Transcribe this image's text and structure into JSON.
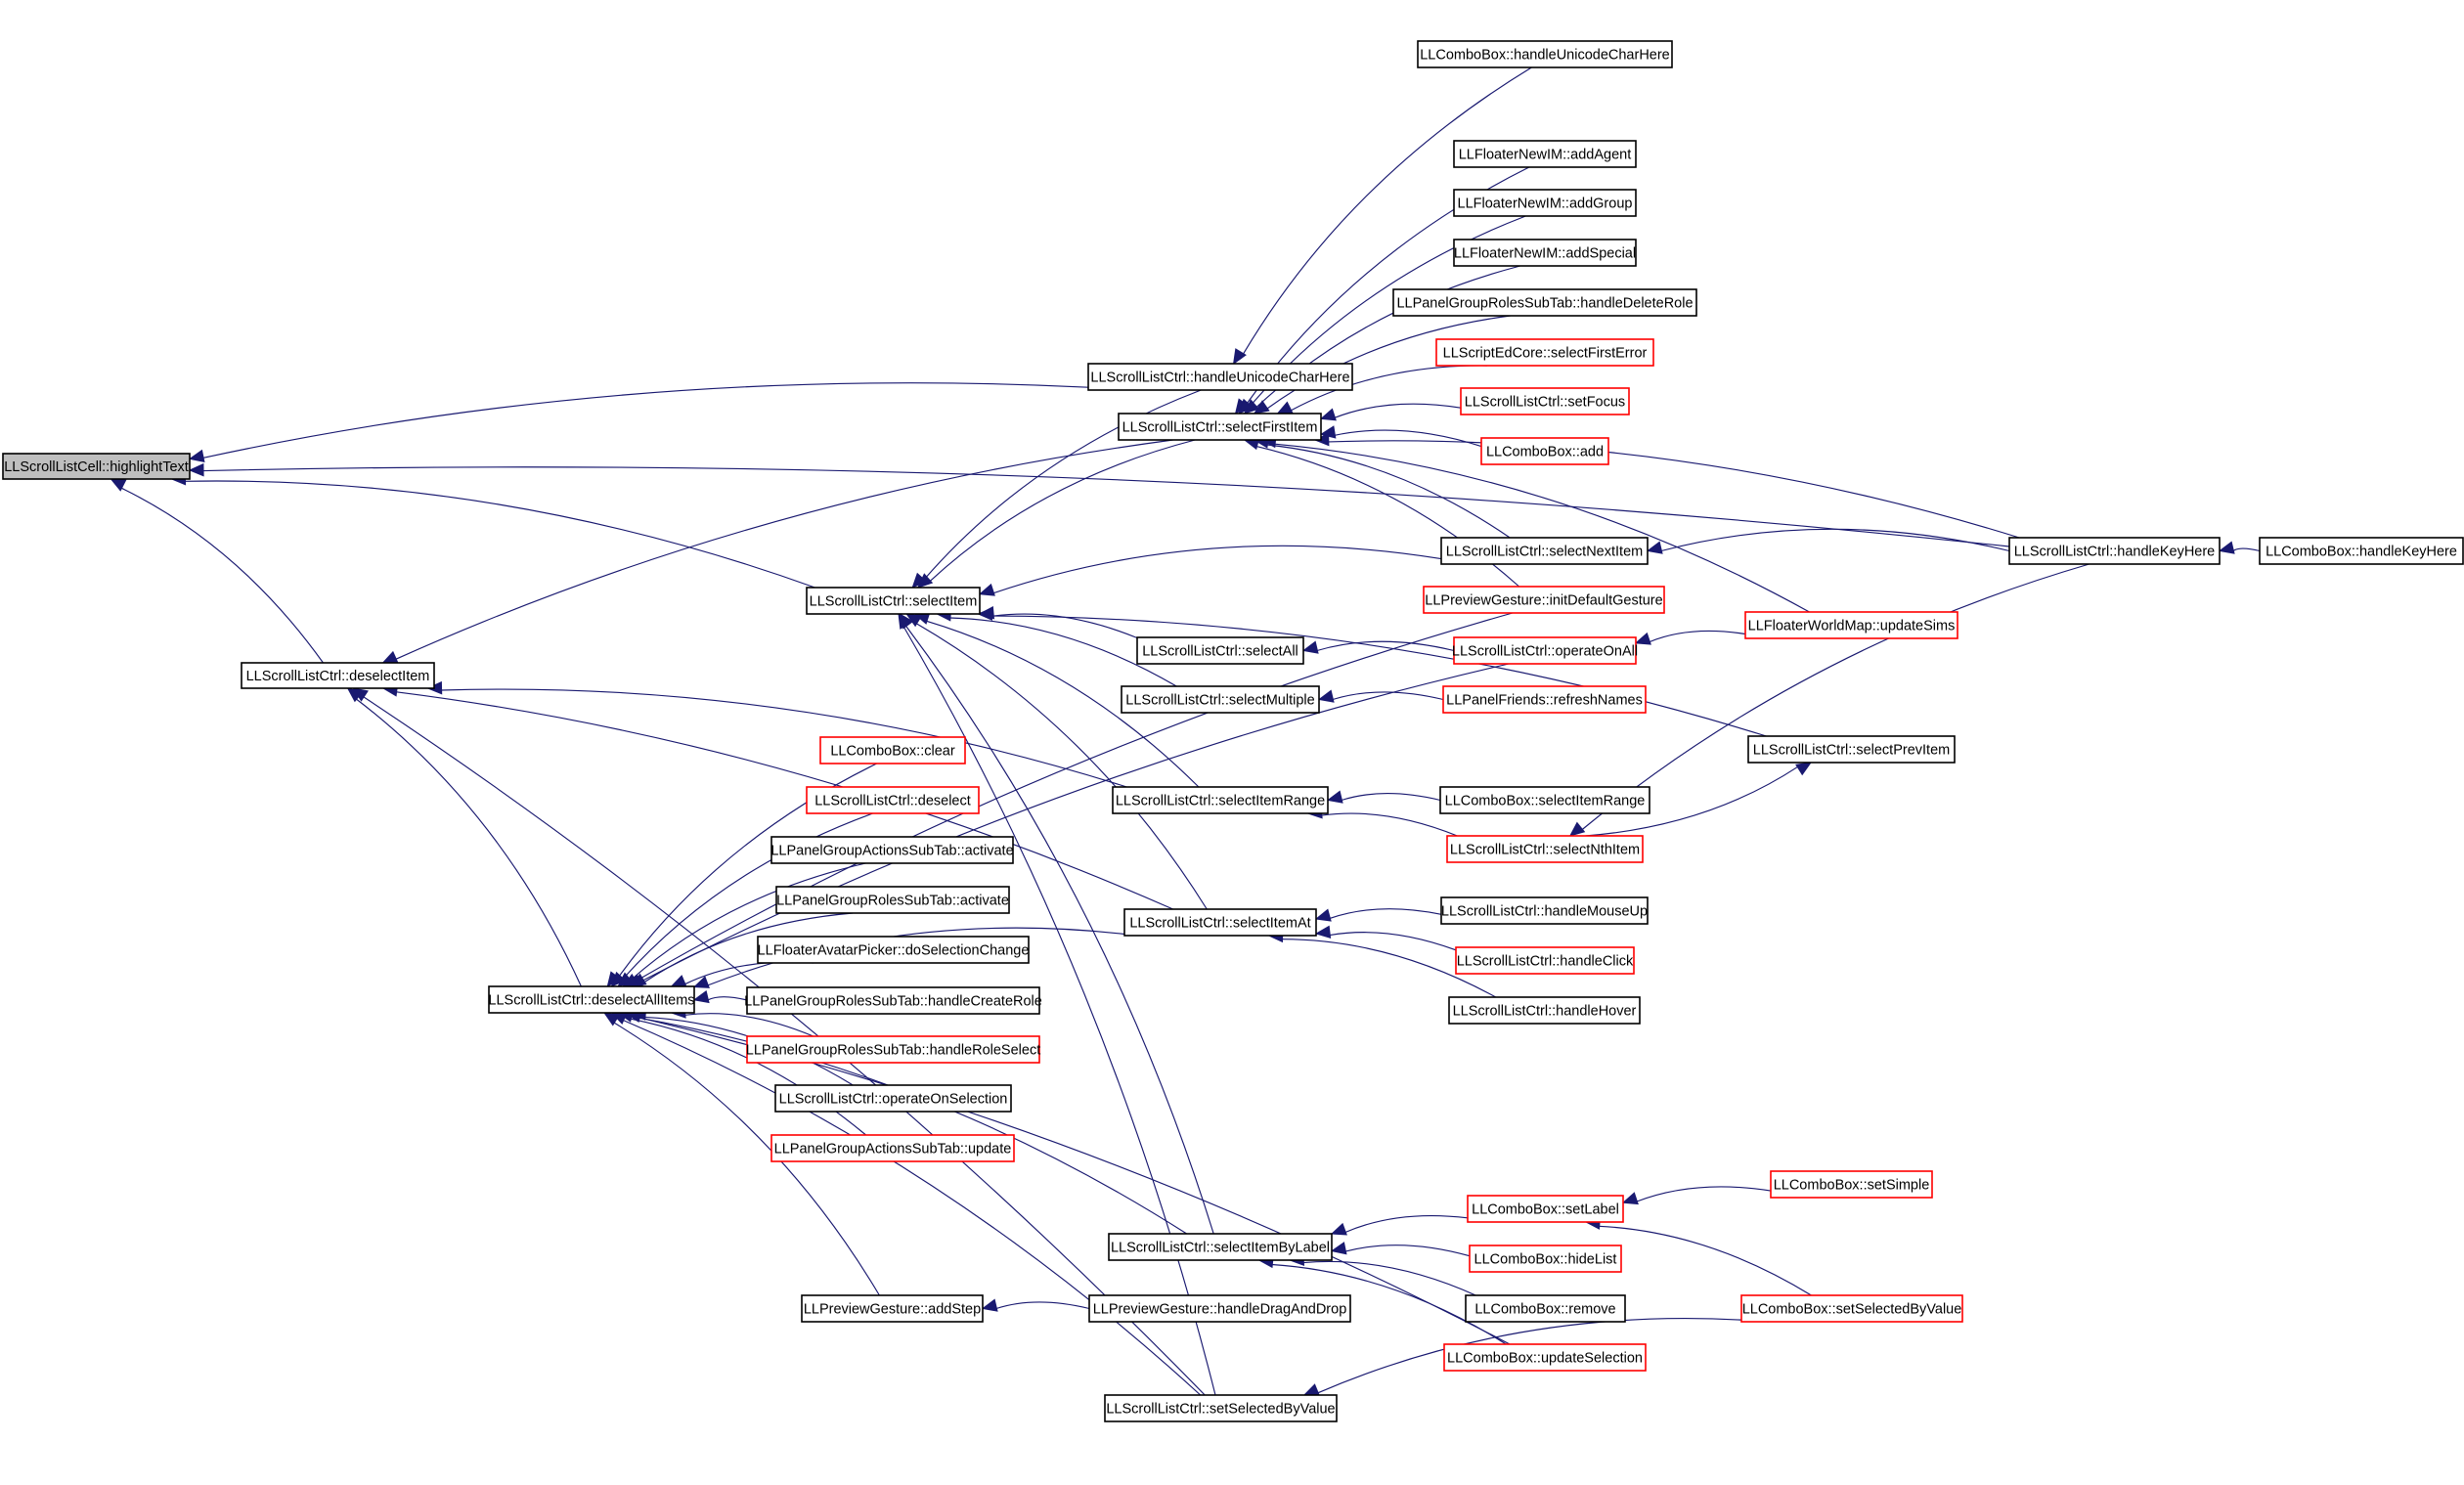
{
  "colors": {
    "edge": "#191970",
    "root_fill": "#bfbfbf",
    "node_fill": "#ffffff",
    "border_normal": "#000000",
    "border_truncated": "#ff0000",
    "text": "#000000"
  },
  "nodes": {
    "n_hl": {
      "label": "LLScrollListCell::highlightText",
      "style": "root"
    },
    "n_dsi": {
      "label": "LLScrollListCtrl::deselectItem",
      "style": "normal"
    },
    "n_dsa": {
      "label": "LLScrollListCtrl::deselectAllItems",
      "style": "normal"
    },
    "n_si": {
      "label": "LLScrollListCtrl::selectItem",
      "style": "normal"
    },
    "n_hucS": {
      "label": "LLScrollListCtrl::handleUnicodeCharHere",
      "style": "normal"
    },
    "n_sfi": {
      "label": "LLScrollListCtrl::selectFirstItem",
      "style": "normal"
    },
    "n_hucC": {
      "label": "LLComboBox::handleUnicodeCharHere",
      "style": "normal"
    },
    "n_fag": {
      "label": "LLFloaterNewIM::addAgent",
      "style": "normal"
    },
    "n_fgr": {
      "label": "LLFloaterNewIM::addGroup",
      "style": "normal"
    },
    "n_fsp": {
      "label": "LLFloaterNewIM::addSpecial",
      "style": "normal"
    },
    "n_pdr": {
      "label": "LLPanelGroupRolesSubTab::handleDeleteRole",
      "style": "normal"
    },
    "n_sfe": {
      "label": "LLScriptEdCore::selectFirstError",
      "style": "truncated"
    },
    "n_sfo": {
      "label": "LLScrollListCtrl::setFocus",
      "style": "truncated"
    },
    "n_cad": {
      "label": "LLComboBox::add",
      "style": "truncated"
    },
    "n_sni": {
      "label": "LLScrollListCtrl::selectNextItem",
      "style": "normal"
    },
    "n_idg": {
      "label": "LLPreviewGesture::initDefaultGesture",
      "style": "truncated"
    },
    "n_sal": {
      "label": "LLScrollListCtrl::selectAll",
      "style": "normal"
    },
    "n_ooa": {
      "label": "LLScrollListCtrl::operateOnAll",
      "style": "truncated"
    },
    "n_smu": {
      "label": "LLScrollListCtrl::selectMultiple",
      "style": "normal"
    },
    "n_prn": {
      "label": "LLPanelFriends::refreshNames",
      "style": "truncated"
    },
    "n_fwu": {
      "label": "LLFloaterWorldMap::updateSims",
      "style": "truncated"
    },
    "n_hkS": {
      "label": "LLScrollListCtrl::handleKeyHere",
      "style": "normal"
    },
    "n_hkC": {
      "label": "LLComboBox::handleKeyHere",
      "style": "normal"
    },
    "n_spi": {
      "label": "LLScrollListCtrl::selectPrevItem",
      "style": "normal"
    },
    "n_sir": {
      "label": "LLScrollListCtrl::selectItemRange",
      "style": "normal"
    },
    "n_csr": {
      "label": "LLComboBox::selectItemRange",
      "style": "normal"
    },
    "n_snt": {
      "label": "LLScrollListCtrl::selectNthItem",
      "style": "truncated"
    },
    "n_cclr": {
      "label": "LLComboBox::clear",
      "style": "truncated"
    },
    "n_sdes": {
      "label": "LLScrollListCtrl::deselect",
      "style": "truncated"
    },
    "n_pga": {
      "label": "LLPanelGroupActionsSubTab::activate",
      "style": "normal"
    },
    "n_pgr": {
      "label": "LLPanelGroupRolesSubTab::activate",
      "style": "normal"
    },
    "n_fap": {
      "label": "LLFloaterAvatarPicker::doSelectionChange",
      "style": "normal"
    },
    "n_hcr": {
      "label": "LLPanelGroupRolesSubTab::handleCreateRole",
      "style": "normal"
    },
    "n_hrs": {
      "label": "LLPanelGroupRolesSubTab::handleRoleSelect",
      "style": "truncated"
    },
    "n_oos": {
      "label": "LLScrollListCtrl::operateOnSelection",
      "style": "normal"
    },
    "n_pgu": {
      "label": "LLPanelGroupActionsSubTab::update",
      "style": "truncated"
    },
    "n_sia": {
      "label": "LLScrollListCtrl::selectItemAt",
      "style": "normal"
    },
    "n_hmu": {
      "label": "LLScrollListCtrl::handleMouseUp",
      "style": "normal"
    },
    "n_hcl": {
      "label": "LLScrollListCtrl::handleClick",
      "style": "truncated"
    },
    "n_hho": {
      "label": "LLScrollListCtrl::handleHover",
      "style": "normal"
    },
    "n_sib": {
      "label": "LLScrollListCtrl::selectItemByLabel",
      "style": "normal"
    },
    "n_cssm": {
      "label": "LLComboBox::setSimple",
      "style": "truncated"
    },
    "n_csl": {
      "label": "LLComboBox::setLabel",
      "style": "truncated"
    },
    "n_chl": {
      "label": "LLComboBox::hideList",
      "style": "truncated"
    },
    "n_crm": {
      "label": "LLComboBox::remove",
      "style": "normal"
    },
    "n_cus": {
      "label": "LLComboBox::updateSelection",
      "style": "truncated"
    },
    "n_csv": {
      "label": "LLComboBox::setSelectedByValue",
      "style": "truncated"
    },
    "n_pas": {
      "label": "LLPreviewGesture::addStep",
      "style": "normal"
    },
    "n_phd": {
      "label": "LLPreviewGesture::handleDragAndDrop",
      "style": "normal"
    },
    "n_ssv": {
      "label": "LLScrollListCtrl::setSelectedByValue",
      "style": "normal"
    }
  },
  "edges": [
    [
      "n_dsi",
      "n_hl"
    ],
    [
      "n_si",
      "n_hl"
    ],
    [
      "n_hucS",
      "n_hl"
    ],
    [
      "n_hkS",
      "n_hl"
    ],
    [
      "n_dsa",
      "n_dsi"
    ],
    [
      "n_sfi",
      "n_dsi"
    ],
    [
      "n_sir",
      "n_dsi"
    ],
    [
      "n_sia",
      "n_dsi"
    ],
    [
      "n_ssv",
      "n_dsi"
    ],
    [
      "n_sfi",
      "n_si"
    ],
    [
      "n_sni",
      "n_si"
    ],
    [
      "n_spi",
      "n_si"
    ],
    [
      "n_sal",
      "n_si"
    ],
    [
      "n_smu",
      "n_si"
    ],
    [
      "n_sir",
      "n_si"
    ],
    [
      "n_sia",
      "n_si"
    ],
    [
      "n_sib",
      "n_si"
    ],
    [
      "n_hucS",
      "n_si"
    ],
    [
      "n_ssv",
      "n_si"
    ],
    [
      "n_hucC",
      "n_hucS"
    ],
    [
      "n_sni",
      "n_sfi"
    ],
    [
      "n_fag",
      "n_sfi"
    ],
    [
      "n_fgr",
      "n_sfi"
    ],
    [
      "n_fsp",
      "n_sfi"
    ],
    [
      "n_pdr",
      "n_sfi"
    ],
    [
      "n_sfe",
      "n_sfi"
    ],
    [
      "n_sfo",
      "n_sfi"
    ],
    [
      "n_cad",
      "n_sfi"
    ],
    [
      "n_hkS",
      "n_sfi"
    ],
    [
      "n_idg",
      "n_sfi"
    ],
    [
      "n_fwu",
      "n_sfi"
    ],
    [
      "n_hkS",
      "n_sni"
    ],
    [
      "n_hkC",
      "n_hkS"
    ],
    [
      "n_ooa",
      "n_sal"
    ],
    [
      "n_fwu",
      "n_ooa"
    ],
    [
      "n_prn",
      "n_smu"
    ],
    [
      "n_snt",
      "n_spi"
    ],
    [
      "n_csr",
      "n_sir"
    ],
    [
      "n_snt",
      "n_sir"
    ],
    [
      "n_hkS",
      "n_snt"
    ],
    [
      "n_hmu",
      "n_sia"
    ],
    [
      "n_hcl",
      "n_sia"
    ],
    [
      "n_hho",
      "n_sia"
    ],
    [
      "n_csl",
      "n_sib"
    ],
    [
      "n_chl",
      "n_sib"
    ],
    [
      "n_crm",
      "n_sib"
    ],
    [
      "n_cus",
      "n_sib"
    ],
    [
      "n_cssm",
      "n_csl"
    ],
    [
      "n_csv",
      "n_csl"
    ],
    [
      "n_csv",
      "n_ssv"
    ],
    [
      "n_phd",
      "n_pas"
    ],
    [
      "n_cclr",
      "n_dsa"
    ],
    [
      "n_sdes",
      "n_dsa"
    ],
    [
      "n_pga",
      "n_dsa"
    ],
    [
      "n_pgr",
      "n_dsa"
    ],
    [
      "n_fap",
      "n_dsa"
    ],
    [
      "n_hcr",
      "n_dsa"
    ],
    [
      "n_hrs",
      "n_dsa"
    ],
    [
      "n_oos",
      "n_dsa"
    ],
    [
      "n_pgu",
      "n_dsa"
    ],
    [
      "n_pas",
      "n_dsa"
    ],
    [
      "n_sib",
      "n_dsa"
    ],
    [
      "n_cus",
      "n_dsa"
    ],
    [
      "n_ssv",
      "n_dsa"
    ],
    [
      "n_ooa",
      "n_dsa"
    ],
    [
      "n_sia",
      "n_dsa"
    ],
    [
      "n_idg",
      "n_dsa"
    ]
  ]
}
